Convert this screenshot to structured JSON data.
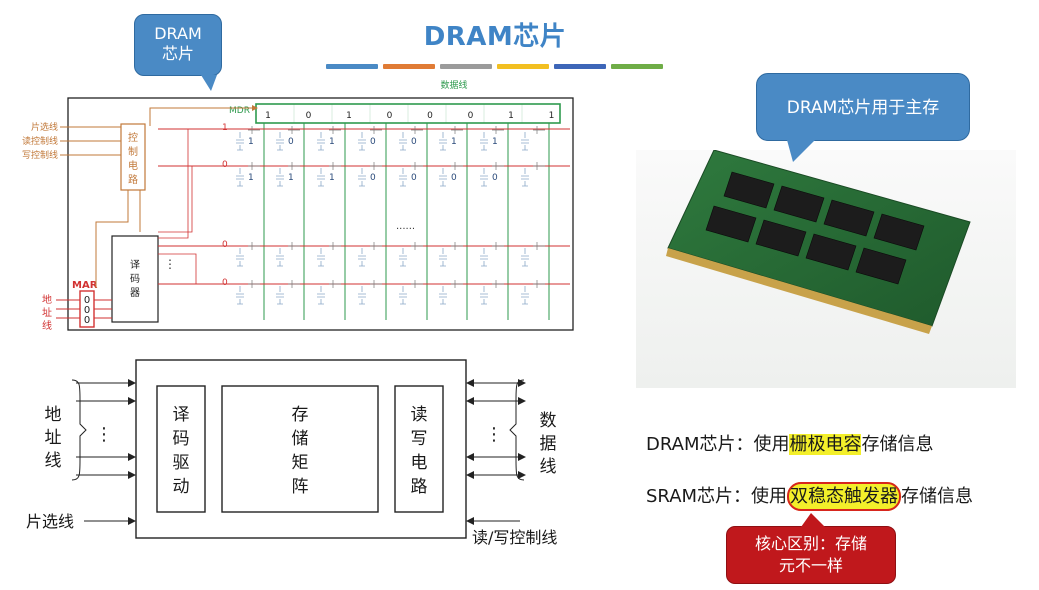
{
  "title": "DRAM芯片",
  "callouts": {
    "dram": [
      "DRAM",
      "芯片"
    ],
    "main_memory": "DRAM芯片用于主存",
    "core_diff": [
      "核心区别：存储",
      "元不一样"
    ]
  },
  "accent_colors": [
    "#4a8ac5",
    "#e07b35",
    "#9b9b9b",
    "#f2bf21",
    "#3d66b8",
    "#6fad47"
  ],
  "top_diagram": {
    "data_line_label": "数据线",
    "mdr_label": "MDR",
    "mdr_bits": [
      "1",
      "0",
      "1",
      "0",
      "0",
      "0",
      "1",
      "1"
    ],
    "row_values": [
      "1",
      "0",
      "0",
      "0"
    ],
    "cell_rows": [
      [
        "1",
        "0",
        "1",
        "0",
        "0",
        "1",
        "1"
      ],
      [
        "1",
        "1",
        "1",
        "0",
        "0",
        "0",
        "0"
      ]
    ],
    "control_inputs": [
      "片选线",
      "读控制线",
      "写控制线"
    ],
    "control_circuit": [
      "控",
      "制",
      "电",
      "路"
    ],
    "decoder": [
      "译",
      "码",
      "器"
    ],
    "mar_label": "MAR",
    "mar_bits": [
      "0",
      "0",
      "0"
    ],
    "address_label": [
      "地",
      "址",
      "线"
    ],
    "ellipsis": "......",
    "decoder_dots": "⋮"
  },
  "block_diagram": {
    "address_label": [
      "地",
      "址",
      "线"
    ],
    "data_label": [
      "数",
      "据",
      "线"
    ],
    "decoder_driver": [
      "译",
      "码",
      "驱",
      "动"
    ],
    "storage_matrix": [
      "存",
      "储",
      "矩",
      "阵"
    ],
    "rw_circuit": [
      "读",
      "写",
      "电",
      "路"
    ],
    "chip_select": "片选线",
    "rw_control": "读/写控制线",
    "dots": "⋮"
  },
  "comparison": {
    "dram": {
      "prefix": "DRAM芯片：使用",
      "highlight": "栅极电容",
      "suffix": "存储信息"
    },
    "sram": {
      "prefix": "SRAM芯片：使用",
      "highlight": "双稳态触发器",
      "suffix": "存储信息"
    }
  }
}
